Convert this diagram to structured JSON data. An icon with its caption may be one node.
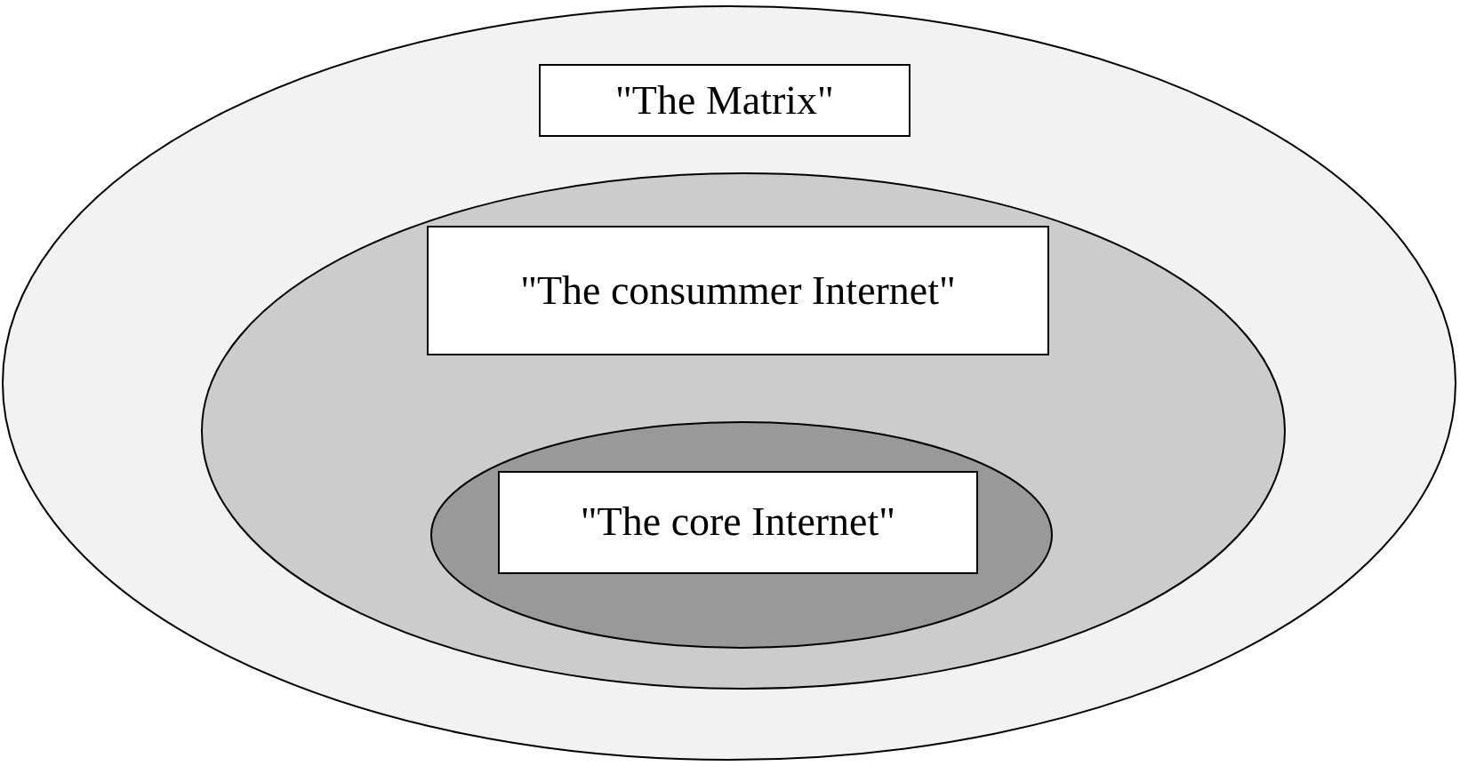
{
  "diagram": {
    "nodes": [
      {
        "text": [
          "\"The Matrix\""
        ]
      },
      {
        "text": [
          "\"The consummer Internet\""
        ],
        "in": 0
      },
      {
        "text": [
          "\"The core Internet\""
        ],
        "in": 1
      }
    ]
  }
}
